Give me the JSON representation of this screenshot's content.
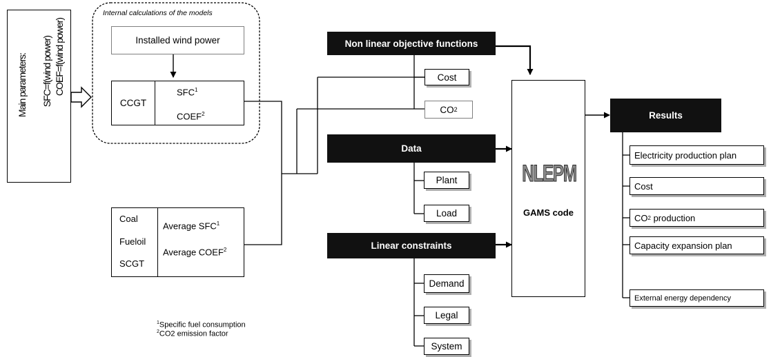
{
  "input_params": {
    "col1": "Main parameters:",
    "col2": "SFC=f(wind power)",
    "col3": "COEF=f(wind power)"
  },
  "internal": {
    "title": "Internal calculations of the models",
    "installed": "Installed wind power",
    "ccgt": "CCGT",
    "sfc": "SFC",
    "sfc_sup": "1",
    "coef": "COEF",
    "coef_sup": "2"
  },
  "plants": {
    "coal": "Coal",
    "fueloil": "Fueloil",
    "scgt": "SCGT",
    "avg_sfc": "Average SFC",
    "avg_sfc_sup": "1",
    "avg_coef": "Average COEF",
    "avg_coef_sup": "2"
  },
  "footnotes": {
    "f1_sup": "1",
    "f1": "Specific fuel consumption",
    "f2_sup": "2",
    "f2": "CO2 emission factor"
  },
  "objective": {
    "title": "Non linear objective functions",
    "cost": "Cost",
    "co2": "CO",
    "co2_sub": "2"
  },
  "data_group": {
    "title": "Data",
    "plant": "Plant",
    "load": "Load"
  },
  "constraints": {
    "title": "Linear constraints",
    "demand": "Demand",
    "legal": "Legal",
    "system": "System"
  },
  "model": {
    "logo": "NLEPM",
    "label": "GAMS code"
  },
  "results": {
    "title": "Results",
    "electricity": "Electricity production plan",
    "cost": "Cost",
    "co2_prefix": "CO",
    "co2_sub": "2",
    "co2_suffix": " production",
    "capacity": "Capacity expansion plan",
    "external": "External energy dependency"
  }
}
